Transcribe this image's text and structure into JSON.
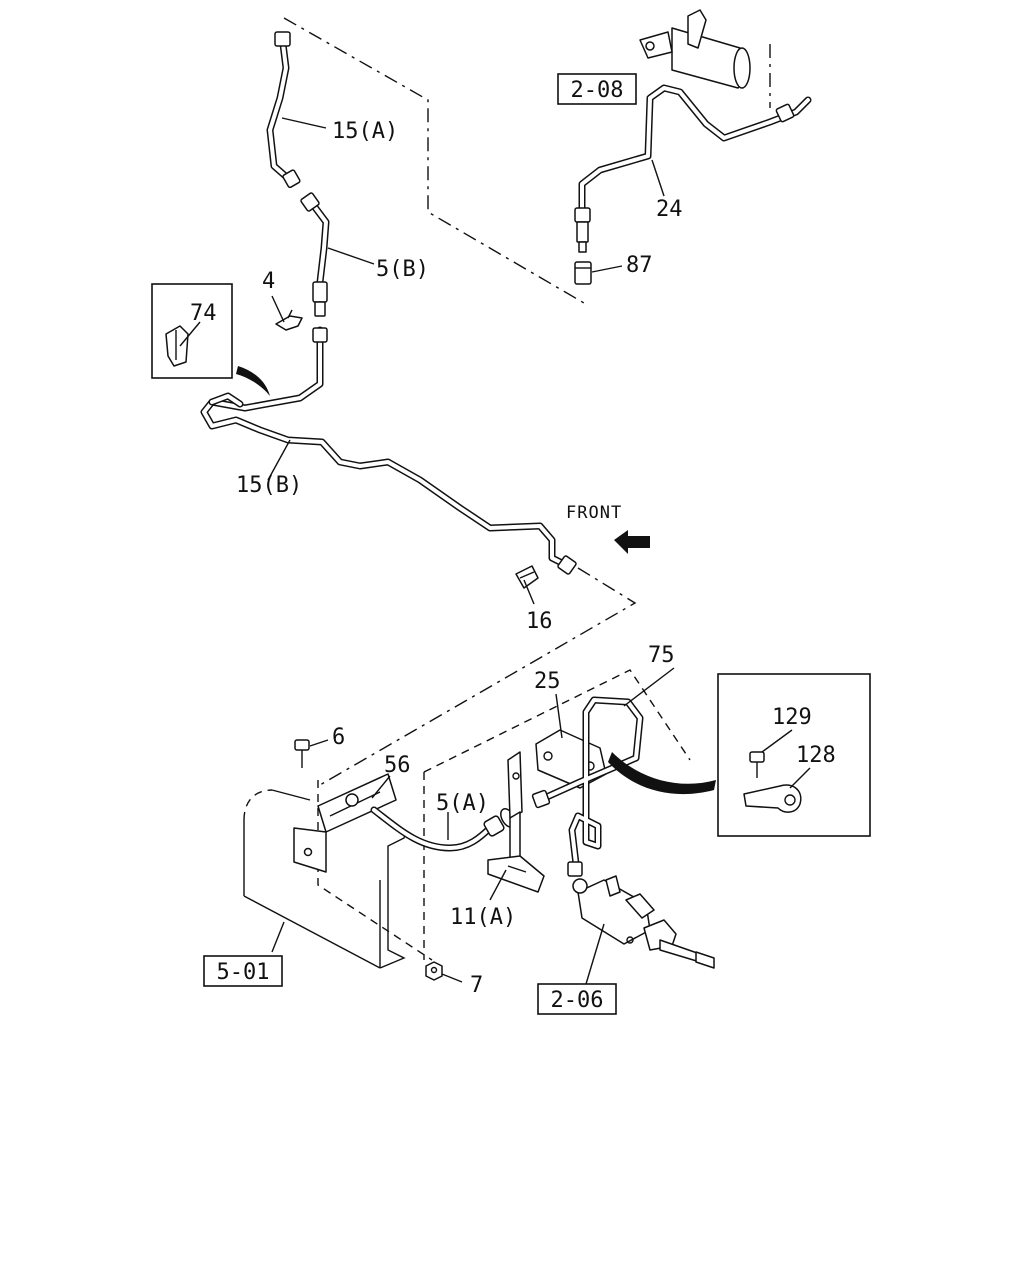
{
  "labels": {
    "l15a": "15(A)",
    "l5b": "5(B)",
    "l4": "4",
    "l74": "74",
    "l15b": "15(B)",
    "l24": "24",
    "l87": "87",
    "l16": "16",
    "l75": "75",
    "l25": "25",
    "l6": "6",
    "l56": "56",
    "l5a": "5(A)",
    "l11a": "11(A)",
    "l7": "7",
    "l129": "129",
    "l128": "128"
  },
  "refs": {
    "r208": "2-08",
    "r501": "5-01",
    "r206": "2-06"
  },
  "front_label": "FRONT"
}
